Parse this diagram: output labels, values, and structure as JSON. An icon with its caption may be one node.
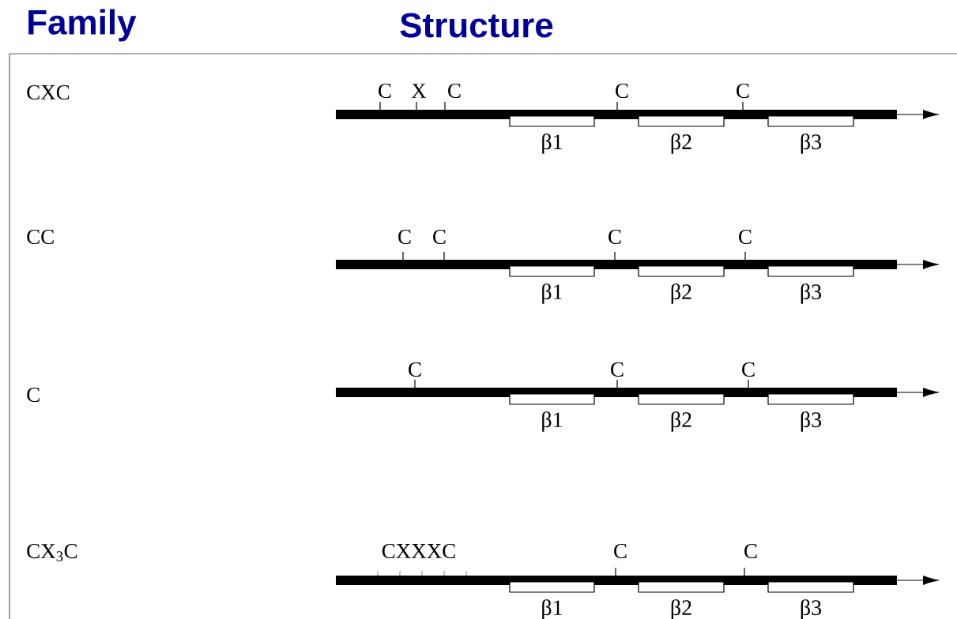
{
  "diagram": {
    "nodes": [
      {
        "text": [
          "β1"
        ]
      },
      {
        "text": [
          "β2"
        ]
      },
      {
        "text": [
          "β3"
        ]
      },
      {
        "text": [
          "β1"
        ]
      },
      {
        "text": [
          "β2"
        ]
      },
      {
        "text": [
          "β3"
        ]
      },
      {
        "text": [
          "β1"
        ]
      },
      {
        "text": [
          "β2"
        ]
      },
      {
        "text": [
          "β3"
        ]
      },
      {
        "text": [
          "β1"
        ]
      },
      {
        "text": [
          "β2"
        ]
      },
      {
        "text": [
          "β3"
        ]
      }
    ],
    "labels": [
      "Family",
      "Structure",
      "CXC",
      "C",
      "X",
      "C",
      "C",
      "C",
      "CC",
      "C",
      "C",
      "C",
      "C",
      "C",
      "C",
      "C",
      "C",
      "CX$_{3}$C",
      "CXXXC",
      "C",
      "C"
    ]
  }
}
